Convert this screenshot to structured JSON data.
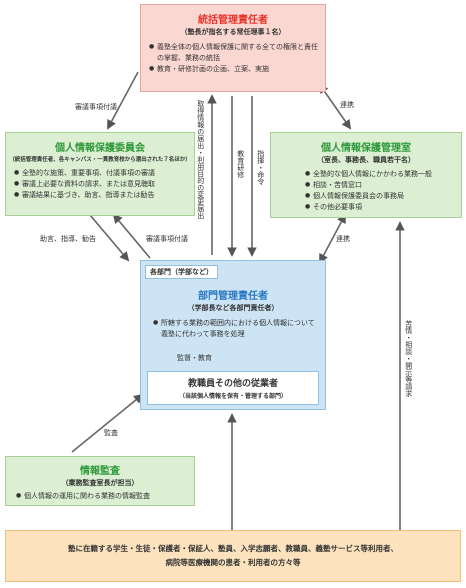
{
  "top": {
    "title": "統括管理責任者",
    "subtitle": "（塾長が指名する常任理事１名）",
    "items": [
      "義塾全体の個人情報保護に関する全ての権限と責任の掌握、業務の統括",
      "教育・研修計画の企画、立案、実施"
    ]
  },
  "committee": {
    "title": "個人情報保護委員会",
    "subtitle": "（統括管理責任者、各キャンパス・一貫教育校から選出された７名ほか）",
    "items": [
      "全塾的な施策、重要事項、付議事項の審議",
      "審議上必要な資料の請求、または意見聴取",
      "審議結果に基づき、助言、指導または勧告"
    ]
  },
  "office": {
    "title": "個人情報保護管理室",
    "subtitle": "（室長、事務長、職員若干名）",
    "items": [
      "全塾的な個人情報にかかわる業務一般",
      "相談・苦情窓口",
      "個人情報保護委員会の事務局",
      "その他必要事項"
    ]
  },
  "department": {
    "tag": "各部門（学部など）",
    "title": "部門管理責任者",
    "subtitle": "（学部長など各部門責任者）",
    "items": [
      "所轄する業務の範囲内における個人情報について義塾に代わって事務を処理"
    ],
    "supervise_label": "監督・教育",
    "staff_title": "教職員その他の従業者",
    "staff_sub": "（当該個人情報を保有・管理する部門）"
  },
  "audit": {
    "title": "情報監査",
    "subtitle": "（業務監査室長が担当）",
    "items": [
      "個人情報の運用に関わる業務の情報監査"
    ]
  },
  "bottom": {
    "line1": "塾に在籍する学生・生徒・保護者・保証人、塾員、入学志願者、教職員、義塾サービス等利用者、",
    "line2": "病院等医療機関の患者・利用者の方々等"
  },
  "labels": {
    "top_committee": "審議事項付議",
    "top_office": "連携",
    "committee_dept_left": "助言、指導、勧告",
    "committee_dept_right": "審議事項付議",
    "office_dept": "連携",
    "report_v": "取得情報の届出・利用目的の変更届出",
    "training_v": "教育研修",
    "instruction_v": "指揮・命令",
    "audit_dept": "監査",
    "complaint_v": "苦情・相談・開示等請求"
  },
  "colors": {
    "top_bg": "#fbd7d2",
    "green_bg": "#dcefd3",
    "dept_bg": "#cde4f4",
    "bottom_bg": "#fde3bd",
    "title_red": "#e8332a",
    "title_green": "#2f9a3a",
    "title_blue": "#2a78c4"
  }
}
